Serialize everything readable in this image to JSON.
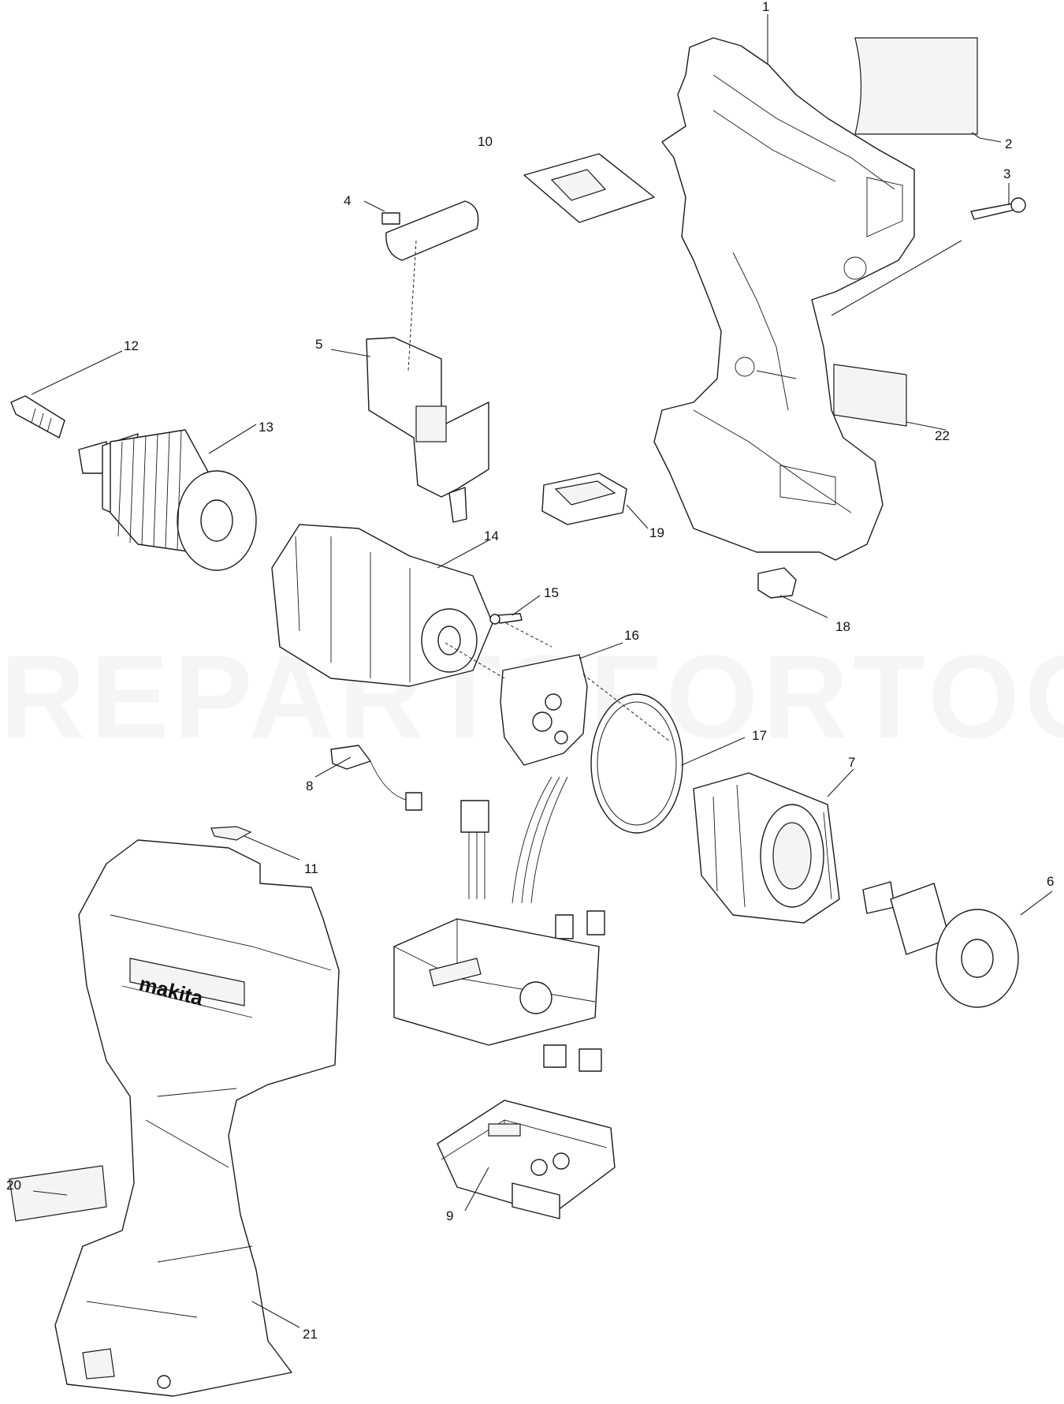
{
  "watermark": "REPARTSFORTOOLS.COM",
  "brand_text": "makita",
  "callouts": [
    {
      "id": "callout-1",
      "label": "1"
    },
    {
      "id": "callout-2",
      "label": "2"
    },
    {
      "id": "callout-3",
      "label": "3"
    },
    {
      "id": "callout-4",
      "label": "4"
    },
    {
      "id": "callout-5",
      "label": "5"
    },
    {
      "id": "callout-6",
      "label": "6"
    },
    {
      "id": "callout-7",
      "label": "7"
    },
    {
      "id": "callout-8",
      "label": "8"
    },
    {
      "id": "callout-9",
      "label": "9"
    },
    {
      "id": "callout-10",
      "label": "10"
    },
    {
      "id": "callout-11",
      "label": "11"
    },
    {
      "id": "callout-12",
      "label": "12"
    },
    {
      "id": "callout-13",
      "label": "13"
    },
    {
      "id": "callout-14",
      "label": "14"
    },
    {
      "id": "callout-15",
      "label": "15"
    },
    {
      "id": "callout-16",
      "label": "16"
    },
    {
      "id": "callout-17",
      "label": "17"
    },
    {
      "id": "callout-18",
      "label": "18"
    },
    {
      "id": "callout-19",
      "label": "19"
    },
    {
      "id": "callout-20",
      "label": "20"
    },
    {
      "id": "callout-21",
      "label": "21"
    },
    {
      "id": "callout-22",
      "label": "22"
    }
  ]
}
